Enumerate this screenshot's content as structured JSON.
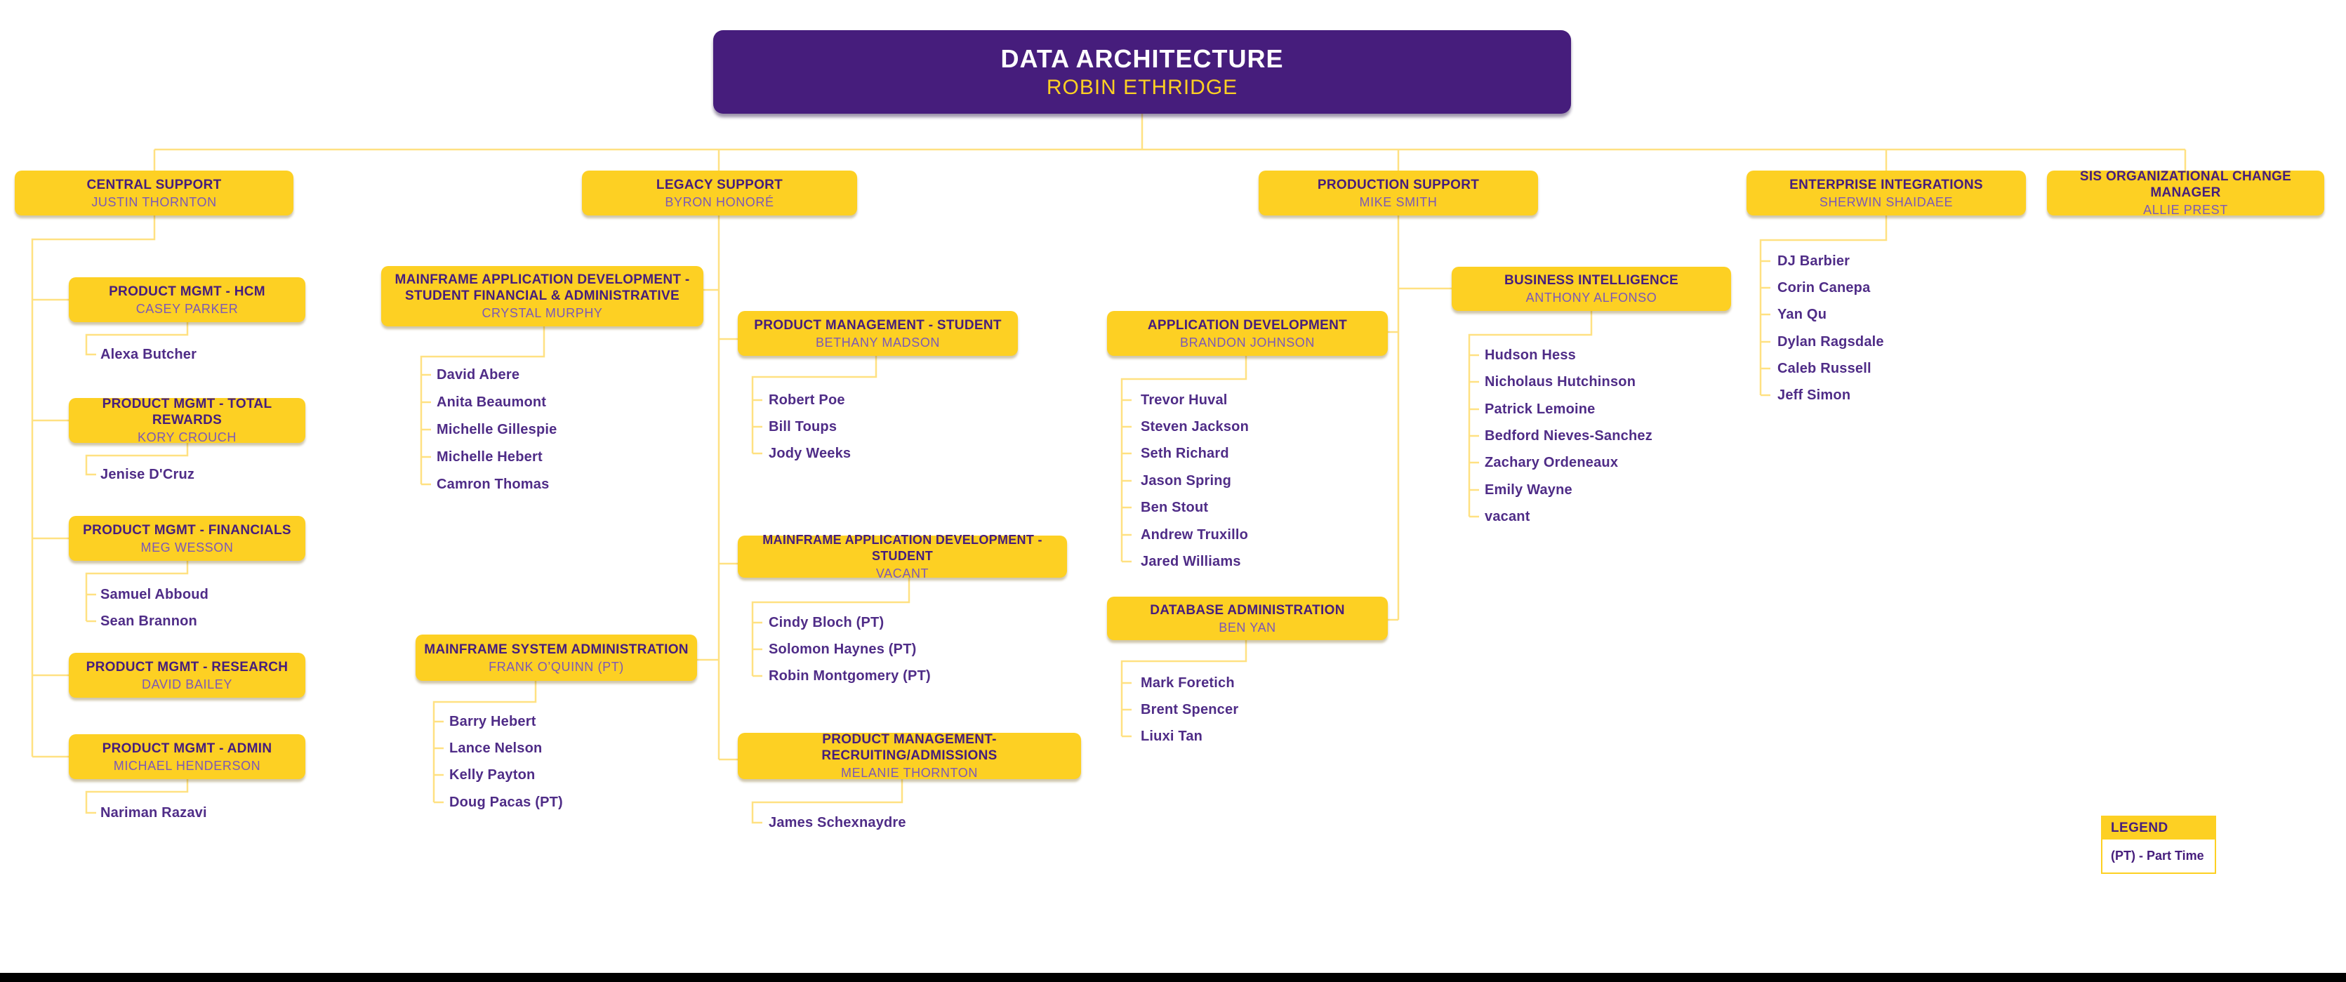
{
  "root": {
    "title": "DATA ARCHITECTURE",
    "name": "ROBIN ETHRIDGE"
  },
  "level2": [
    {
      "title": "CENTRAL SUPPORT",
      "name": "JUSTIN THORNTON"
    },
    {
      "title": "LEGACY SUPPORT",
      "name": "BYRON HONORÉ"
    },
    {
      "title": "PRODUCTION SUPPORT",
      "name": "MIKE SMITH"
    },
    {
      "title": "ENTERPRISE INTEGRATIONS",
      "name": "SHERWIN SHAIDAEE",
      "members": [
        "DJ Barbier",
        "Corin Canepa",
        "Yan Qu",
        "Dylan Ragsdale",
        "Caleb Russell",
        "Jeff Simon"
      ]
    },
    {
      "title": "SIS ORGANIZATIONAL CHANGE MANAGER",
      "name": "ALLIE PREST"
    }
  ],
  "central_support_teams": [
    {
      "title": "PRODUCT MGMT - HCM",
      "name": "CASEY PARKER",
      "members": [
        "Alexa Butcher"
      ]
    },
    {
      "title": "PRODUCT MGMT - TOTAL REWARDS",
      "name": "KORY CROUCH",
      "members": [
        "Jenise D'Cruz"
      ]
    },
    {
      "title": "PRODUCT MGMT - FINANCIALS",
      "name": "MEG WESSON",
      "members": [
        "Samuel Abboud",
        "Sean Brannon"
      ]
    },
    {
      "title": "PRODUCT MGMT - RESEARCH",
      "name": "DAVID BAILEY",
      "members": []
    },
    {
      "title": "PRODUCT MGMT - ADMIN",
      "name": "MICHAEL HENDERSON",
      "members": [
        "Nariman Razavi"
      ]
    }
  ],
  "legacy_support_teams": [
    {
      "title": "MAINFRAME APPLICATION  DEVELOPMENT - STUDENT FINANCIAL & ADMINISTRATIVE",
      "name": "CRYSTAL MURPHY",
      "members": [
        "David Abere",
        "Anita Beaumont",
        "Michelle Gillespie",
        "Michelle Hebert",
        "Camron Thomas"
      ]
    },
    {
      "title": "PRODUCT MANAGEMENT - STUDENT",
      "name": "BETHANY MADSON",
      "members": [
        "Robert Poe",
        "Bill Toups",
        "Jody Weeks"
      ]
    },
    {
      "title": "MAINFRAME SYSTEM ADMINISTRATION",
      "name": "FRANK O’QUINN (PT)",
      "members": [
        "Barry Hebert",
        "Lance Nelson",
        "Kelly Payton",
        "Doug Pacas (PT)"
      ]
    },
    {
      "title": "MAINFRAME APPLICATION DEVELOPMENT - STUDENT",
      "name": "VACANT",
      "members": [
        "Cindy Bloch (PT)",
        "Solomon Haynes (PT)",
        "Robin Montgomery (PT)"
      ]
    },
    {
      "title": "PRODUCT MANAGEMENT- RECRUITING/ADMISSIONS",
      "name": "MELANIE THORNTON",
      "members": [
        "James Schexnaydre"
      ]
    }
  ],
  "production_support_teams": [
    {
      "title": "APPLICATION DEVELOPMENT",
      "name": "BRANDON JOHNSON",
      "members": [
        "Trevor Huval",
        "Steven Jackson",
        "Seth Richard",
        "Jason Spring",
        "Ben Stout",
        "Andrew Truxillo",
        "Jared Williams"
      ]
    },
    {
      "title": "BUSINESS INTELLIGENCE",
      "name": "ANTHONY ALFONSO",
      "members": [
        "Hudson Hess",
        "Nicholaus Hutchinson",
        "Patrick Lemoine",
        "Bedford Nieves-Sanchez",
        "Zachary Ordeneaux",
        "Emily Wayne",
        "vacant"
      ]
    },
    {
      "title": "DATABASE ADMINISTRATION",
      "name": "BEN YAN",
      "members": [
        "Mark Foretich",
        "Brent Spencer",
        "Liuxi Tan"
      ]
    }
  ],
  "legend": {
    "title": "LEGEND",
    "note": "(PT) - Part Time"
  },
  "colors": {
    "purple": "#461D7C",
    "gold": "#FDD023",
    "line": "#FFE182"
  }
}
